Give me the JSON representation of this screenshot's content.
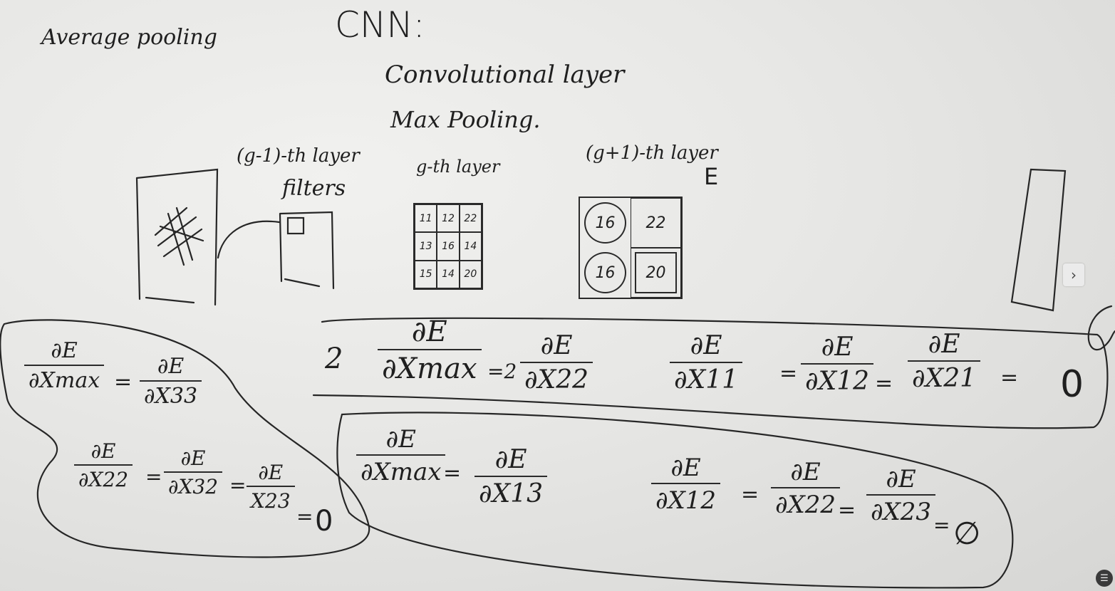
{
  "board": {
    "topics": {
      "average_pooling": "Average pooling",
      "cnn": "CNN:",
      "conv_layer": "Convolutional layer",
      "max_pooling": "Max Pooling."
    },
    "layers": {
      "prev_layer": "(g-1)-th layer",
      "filters": "filters",
      "this_layer": "g-th layer",
      "next_layer": "(g+1)-th layer",
      "error_label": "E"
    },
    "g_layer_grid": [
      "11",
      "12",
      "22",
      "13",
      "16",
      "14",
      "15",
      "14",
      "20"
    ],
    "next_layer_grid": [
      "16",
      "22",
      "16",
      "20"
    ],
    "equations": {
      "eq1_lhs_num": "∂E",
      "eq1_lhs_den": "∂Xmax",
      "eq1_rhs_num": "∂E",
      "eq1_rhs_den": "∂X33",
      "eq2_a_num": "∂E",
      "eq2_a_den": "∂X22",
      "eq2_b_num": "∂E",
      "eq2_b_den": "∂X32",
      "eq2_c_num": "∂E",
      "eq2_c_den": "X23",
      "zero": "0",
      "case2_prefix": "2",
      "case2_lhs_num": "∂E",
      "case2_lhs_den": "∂Xmax",
      "case2_eq2": "=2",
      "case2_rhs_num": "∂E",
      "case2_rhs_den": "∂X22",
      "case2_z1_num": "∂E",
      "case2_z1_den": "∂X11",
      "case2_z2_num": "∂E",
      "case2_z2_den": "∂X12",
      "case2_z3_num": "∂E",
      "case2_z3_den": "∂X21",
      "case3_lhs_num": "∂E",
      "case3_lhs_den": "∂Xmax",
      "case3_rhs_num": "∂E",
      "case3_rhs_den": "∂X13",
      "case3_z1_num": "∂E",
      "case3_z1_den": "∂X12",
      "case3_z2_num": "∂E",
      "case3_z2_den": "∂X22",
      "case3_z3_num": "∂E",
      "case3_z3_den": "∂X23",
      "empty_set": "∅",
      "equals": "="
    }
  },
  "controls": {
    "next_arrow": "›",
    "chat_glyph": "☰"
  },
  "colors": {
    "ink": "#1f1f1f",
    "board": "#ececea"
  }
}
